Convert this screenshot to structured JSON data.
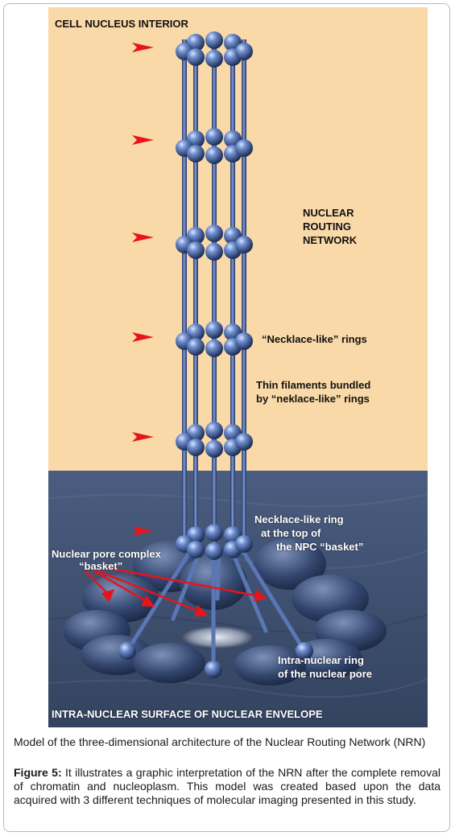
{
  "figure": {
    "labels": {
      "top": "CELL NUCLEUS INTERIOR",
      "nrn_line1": "NUCLEAR",
      "nrn_line2": "ROUTING",
      "nrn_line3": "NETWORK",
      "necklace_rings": "“Necklace-like” rings",
      "thin_line1": "Thin filaments bundled",
      "thin_line2": "by “neklace-like” rings",
      "top_ring_line1": "Necklace-like ring",
      "top_ring_line2": "at the top of",
      "top_ring_line3": "the NPC “basket”",
      "npc_line1": "Nuclear pore complex",
      "npc_line2": "“basket”",
      "intra_line1": "Intra-nuclear ring",
      "intra_line2": "of the nuclear pore",
      "bottom": "INTRA-NUCLEAR SURFACE OF NUCLEAR ENVELOPE"
    },
    "colors": {
      "nucleoplasm": "#f9d9a8",
      "envelope": "#3f5273",
      "filament": "#4d6aa6",
      "arrow": "#e8141b"
    }
  },
  "caption": {
    "intro": "Model of the three-dimensional architecture of the Nuclear Routing Network (NRN)",
    "figure_label": "Figure 5:",
    "text": " It illustrates a graphic interpretation of the NRN after the complete removal of chromatin and nucleoplasm. This model was created based upon the data acquired with 3 different techniques of molecular imaging presented in this study."
  }
}
